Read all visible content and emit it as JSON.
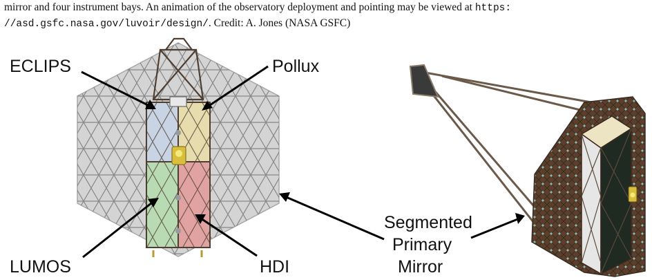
{
  "caption": {
    "line1_text": "mirror and four instrument bays. An animation of the observatory deployment and pointing may be viewed at ",
    "line1_url": "https:",
    "line2_url": "//asd.gsfc.nasa.gov/luvoir/design/",
    "line2_text": ". Credit: A. Jones (NASA GSFC)"
  },
  "labels": {
    "eclips": "ECLIPS",
    "pollux": "Pollux",
    "lumos": "LUMOS",
    "hdi": "HDI",
    "mirror_line1": "Segmented",
    "mirror_line2": "Primary",
    "mirror_line3": "Mirror"
  },
  "colors": {
    "mirror_segment": "#d2d2d2",
    "truss": "#5a4a3a",
    "eclips_bay": "#c9d4e4",
    "pollux_bay": "#e6dcae",
    "lumos_bay": "#b9dcb6",
    "hdi_bay": "#e2a3a3",
    "hdi_accent": "#d9c24a"
  }
}
